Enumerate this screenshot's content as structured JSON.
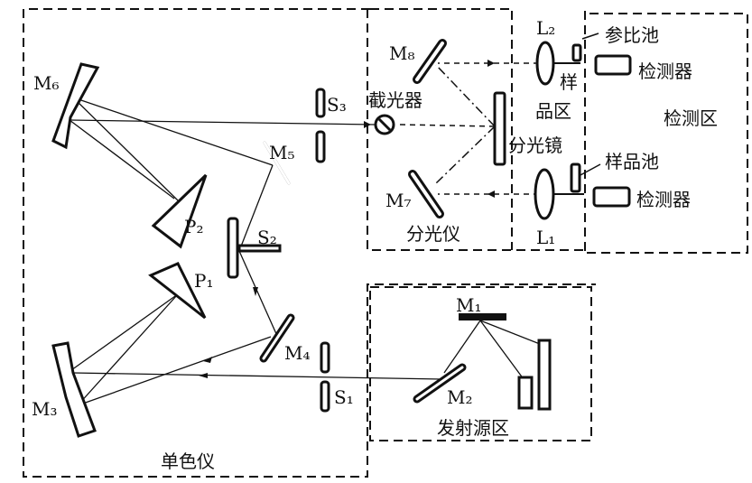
{
  "regions": {
    "monochromator": "单色仪",
    "source": "发射源区",
    "spectroscope": "分光仪",
    "sample_area_1": "样",
    "sample_area_2": "品区",
    "detection": "检测区"
  },
  "components": {
    "M1": "M₁",
    "M2": "M₂",
    "M3": "M₃",
    "M4": "M₄",
    "M5": "M₅",
    "M6": "M₆",
    "M7": "M₇",
    "M8": "M₈",
    "P1": "P₁",
    "P2": "P₂",
    "S1": "S₁",
    "S2": "S₂",
    "S3": "S₃",
    "L1": "L₁",
    "L2": "L₂",
    "chopper": "截光器",
    "beam_splitter": "分光镜",
    "reference_cell": "参比池",
    "sample_cell": "样品池",
    "detector_top": "检测器",
    "detector_bottom": "检测器"
  }
}
